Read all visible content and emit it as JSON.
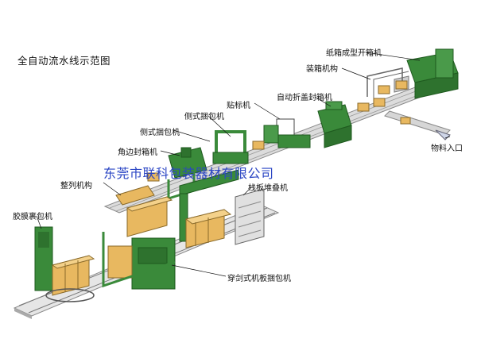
{
  "title": "全自动流水线示范图",
  "watermark": "东莞市联科包装器材有限公司",
  "labels": {
    "carton_former": "纸箱成型开箱机",
    "case_packer": "装箱机构",
    "top_sealer": "自动折盖封箱机",
    "labeler": "贴标机",
    "side_strapper": "侧式捆包机",
    "side_strapper2": "侧式捆包机",
    "corner_sealer": "角边封箱机",
    "material_inlet": "物料入口",
    "aligner": "整列机构",
    "pallet_stacker": "栈板堆叠机",
    "stretch_wrapper": "胶膜裹包机",
    "pallet_strapper": "穿剑式机板捆包机"
  },
  "colors": {
    "machine": "#3a8a3a",
    "machine_dark": "#236023",
    "box": "#e8b860",
    "box_dark": "#b88a3a",
    "conveyor": "#d8d8d8",
    "rail": "#9a9a9a",
    "watermark": "#2a45c4"
  }
}
